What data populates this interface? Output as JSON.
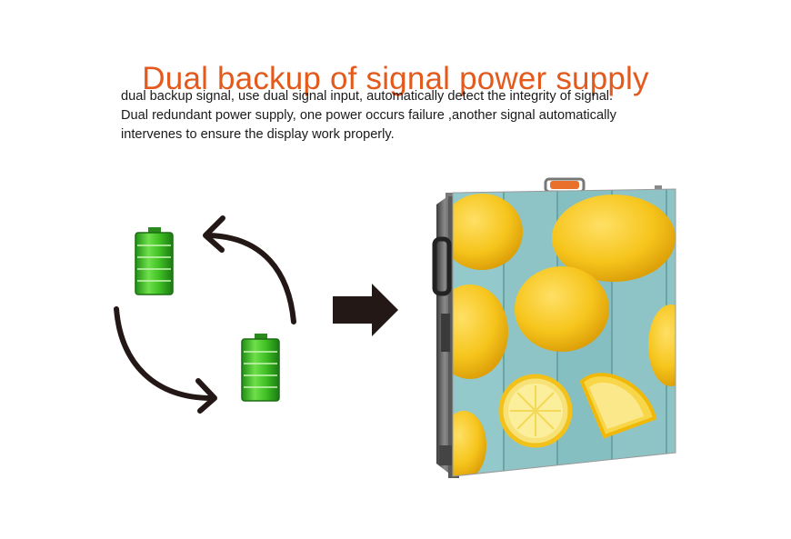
{
  "title": "Dual backup of signal power supply",
  "description_lines": [
    "dual backup signal, use dual signal input, automatically detect the integrity of signal.",
    "Dual redundant power supply, one power occurs failure ,another signal automatically",
    "intervenes to ensure the display work properly."
  ],
  "colors": {
    "title": "#e35a1c",
    "battery_green": "#3fbf24",
    "arrow": "#231815",
    "panel_frame": "#6d6d6d",
    "handle": "#e8702a",
    "wood": "#8ec4c6",
    "lemon": "#f6c51c"
  },
  "icons": {
    "battery": "battery-full-icon",
    "cycle": "curved-arrow-icon",
    "next": "right-arrow-icon"
  }
}
